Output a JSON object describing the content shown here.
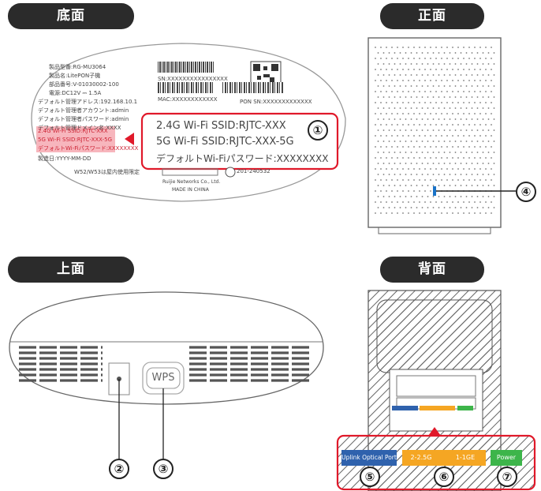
{
  "views": {
    "bottom": {
      "title": "底面"
    },
    "front": {
      "title": "正面"
    },
    "top": {
      "title": "上面"
    },
    "back": {
      "title": "背面"
    }
  },
  "label_small_lines": [
    "製品型番:RG-MU3064",
    "製品名:LitePON子機",
    "部品番号:V-01030002-100",
    "電源:DC12V ⎓ 1.5A",
    "デフォルト管理アドレス:192.168.10.1",
    "デフォルト管理者アカウント:admin",
    "デフォルト管理者パスワード:admin",
    "デフォルト管理ドメイン名:XXXX"
  ],
  "label_highlight_lines": [
    "2.4G Wi-Fi SSID:RJTC-XXX",
    "5G Wi-Fi SSID:RJTC-XXX-5G",
    "デフォルトWi-Fiパスワード:XXXXXXXX"
  ],
  "label_manufacture_date": "製造日:YYYY-MM-DD",
  "label_indoor_note": "W52/W53は屋内使用限定",
  "label_sn": "SN:XXXXXXXXXXXXXXXX",
  "label_mac": "MAC:XXXXXXXXXXXX",
  "label_pon_sn": "PON SN:XXXXXXXXXXXXX",
  "label_company": "Ruijie Networks Co., Ltd.",
  "label_made_in": "MADE IN CHINA",
  "label_cert": "201-240532",
  "callout_wifi": {
    "ssid_24": "2.4G Wi-Fi SSID:RJTC-XXX",
    "ssid_5": "5G Wi-Fi SSID:RJTC-XXX-5G",
    "password": "デフォルトWi-Fiパスワード:XXXXXXXX"
  },
  "wps_label": "WPS",
  "ports": {
    "uplink": "Uplink Optical Port",
    "lan_25g": "2-2.5G",
    "lan_1g": "1-1GE",
    "power": "Power"
  },
  "markers": [
    "①",
    "②",
    "③",
    "④",
    "⑤",
    "⑥",
    "⑦"
  ],
  "colors": {
    "header_bg": "#2b2b2b",
    "callout_red": "#e0192a",
    "highlight_pink": "#f7b6bd",
    "uplink_blue": "#2f62ad",
    "lan_orange": "#f5a623",
    "power_green": "#3db54a",
    "led_blue": "#1a73c8"
  }
}
